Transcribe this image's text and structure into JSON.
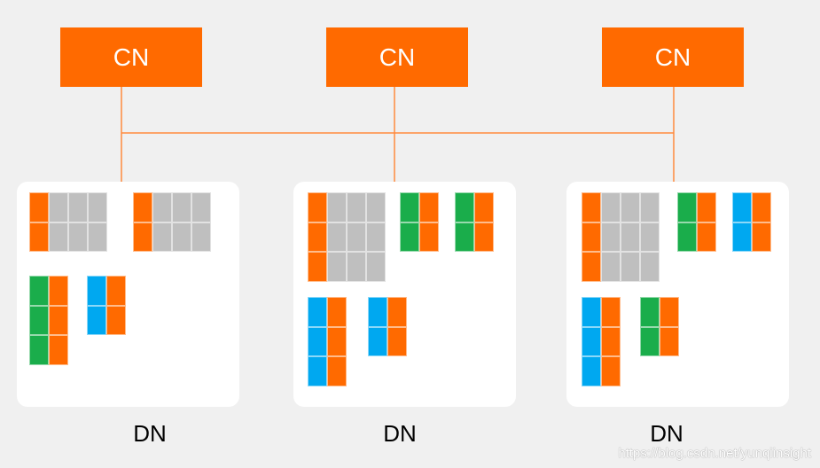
{
  "colors": {
    "background": "#f0f0f0",
    "node_fill": "#ff6a00",
    "link_line": "#ff8a3d",
    "panel": "#ffffff",
    "segment_colors": {
      "orange": "#ff6a00",
      "gray": "#bfbfbf",
      "green": "#1aad4b",
      "blue": "#00a8f0"
    }
  },
  "cn_nodes": [
    {
      "label": "CN"
    },
    {
      "label": "CN"
    },
    {
      "label": "CN"
    }
  ],
  "dn_nodes": [
    {
      "label": "DN",
      "groups": [
        {
          "rows": 2,
          "columns": [
            "orange",
            "gray",
            "gray",
            "gray"
          ]
        },
        {
          "rows": 2,
          "columns": [
            "orange",
            "gray",
            "gray",
            "gray"
          ]
        },
        {
          "rows": 3,
          "columns": [
            "green",
            "orange"
          ]
        },
        {
          "rows": 2,
          "columns": [
            "blue",
            "orange"
          ]
        }
      ]
    },
    {
      "label": "DN",
      "groups": [
        {
          "rows": 3,
          "columns": [
            "orange",
            "gray",
            "gray",
            "gray"
          ]
        },
        {
          "rows": 2,
          "columns": [
            "green",
            "orange"
          ]
        },
        {
          "rows": 2,
          "columns": [
            "green",
            "orange"
          ]
        },
        {
          "rows": 3,
          "columns": [
            "blue",
            "orange"
          ]
        },
        {
          "rows": 2,
          "columns": [
            "blue",
            "orange"
          ]
        }
      ]
    },
    {
      "label": "DN",
      "groups": [
        {
          "rows": 3,
          "columns": [
            "orange",
            "gray",
            "gray",
            "gray"
          ]
        },
        {
          "rows": 2,
          "columns": [
            "green",
            "orange"
          ]
        },
        {
          "rows": 2,
          "columns": [
            "blue",
            "orange"
          ]
        },
        {
          "rows": 3,
          "columns": [
            "blue",
            "orange"
          ]
        },
        {
          "rows": 2,
          "columns": [
            "green",
            "orange"
          ]
        }
      ]
    }
  ],
  "watermark": "https://blog.csdn.net/yunqiinsight"
}
